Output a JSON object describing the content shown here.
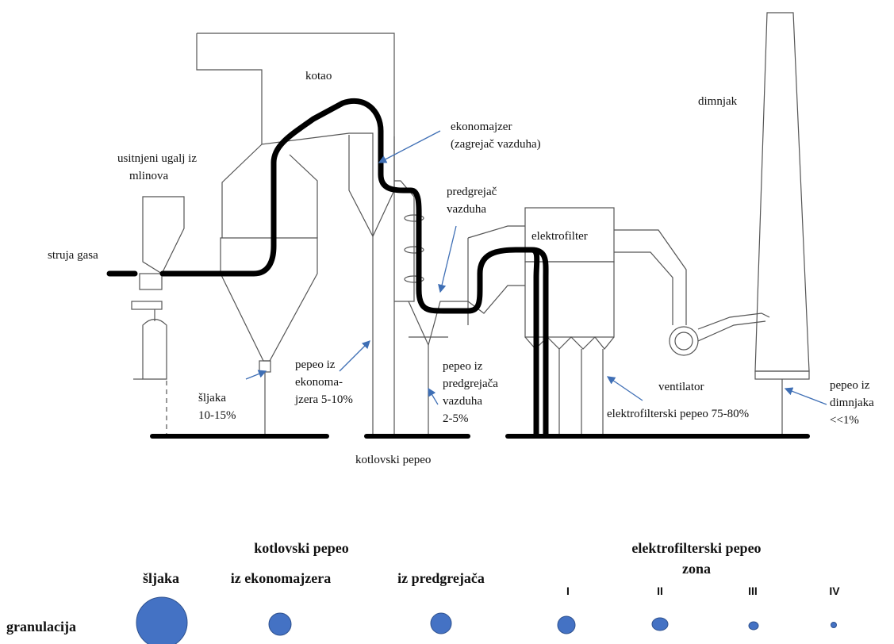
{
  "labels": {
    "kotao": "kotao",
    "dimnjak": "dimnjak",
    "ugalj_1": "usitnjeni ugalj iz",
    "ugalj_2": "mlinova",
    "struja_gasa": "struja gasa",
    "ekonomajzer_1": "ekonomajzer",
    "ekonomajzer_2": "(zagrejač vazduha)",
    "predgrejac_1": "predgrejač",
    "predgrejac_2": "vazduha",
    "elektrofilter": "elektrofilter",
    "ventilator": "ventilator",
    "sljaka_1": "šljaka",
    "sljaka_2": "10-15%",
    "pepeo_ek_1": "pepeo iz",
    "pepeo_ek_2": "ekonoma-",
    "pepeo_ek_3": "jzera 5-10%",
    "pepeo_pr_1": "pepeo iz",
    "pepeo_pr_2": "predgrejača",
    "pepeo_pr_3": "vazduha",
    "pepeo_pr_4": "2-5%",
    "kotlovski": "kotlovski pepeo",
    "ef_pepeo": "elektrofilterski pepeo 75-80%",
    "pepeo_dim_1": "pepeo iz",
    "pepeo_dim_2": "dimnjaka",
    "pepeo_dim_3": "<<1%"
  },
  "legend": {
    "kotlovski_header": "kotlovski pepeo",
    "ef_header": "elektrofilterski pepeo",
    "zona": "zona",
    "col_sljaka": "šljaka",
    "col_ek": "iz ekonomajzera",
    "col_pr": "iz predgrejača",
    "zone_I": "I",
    "zone_II": "II",
    "zone_III": "III",
    "zone_IV": "IV",
    "row_label": "granulacija"
  },
  "colors": {
    "particle": "#4472c4",
    "arrow": "#3f6fb5"
  }
}
